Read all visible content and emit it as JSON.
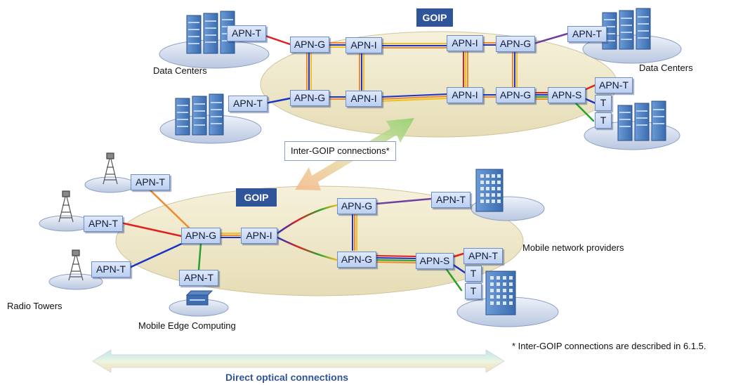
{
  "top_network": {
    "goip_label": "GOIP",
    "nodes": {
      "apn_t_dc_top_left": "APN-T",
      "apn_g_top_left": "APN-G",
      "apn_i_top_1": "APN-I",
      "apn_i_top_2": "APN-I",
      "apn_g_top_right": "APN-G",
      "apn_t_dc_top_right": "APN-T",
      "apn_t_dc_bottom_left": "APN-T",
      "apn_g_bottom_left": "APN-G",
      "apn_i_bottom_1": "APN-I",
      "apn_i_bottom_2": "APN-I",
      "apn_g_bottom_right": "APN-G",
      "apn_s": "APN-S",
      "apn_t_right": "APN-T",
      "t_1": "T",
      "t_2": "T"
    },
    "labels": {
      "data_centers_left": "Data Centers",
      "data_centers_right": "Data Centers"
    }
  },
  "inter_goip": {
    "label": "Inter-GOIP connections*"
  },
  "bottom_network": {
    "goip_label": "GOIP",
    "nodes": {
      "apn_t_tower_top": "APN-T",
      "apn_t_tower_mid": "APN-T",
      "apn_t_tower_bottom": "APN-T",
      "apn_g_left": "APN-G",
      "apn_i": "APN-I",
      "apn_g_top": "APN-G",
      "apn_g_bottom": "APN-G",
      "apn_t_mec": "APN-T",
      "apn_t_mobile": "APN-T",
      "apn_s": "APN-S",
      "apn_t_s": "APN-T",
      "t_1": "T",
      "t_2": "T"
    },
    "labels": {
      "radio_towers": "Radio Towers",
      "mobile_edge": "Mobile Edge Computing",
      "mobile_providers": "Mobile network providers"
    }
  },
  "footnote": "* Inter-GOIP connections are described in 6.1.5.",
  "optical_label": "Direct optical connections",
  "colors": {
    "ellipse_fill": "#efe8c8",
    "goip_badge": "#30549a",
    "server_blue": "#4a7fc0",
    "platform": "#d3ddee",
    "link_red": "#e02020",
    "link_blue": "#1a33c8",
    "link_orange": "#f08a30",
    "link_purple": "#7040a0",
    "link_green": "#2aa02a",
    "link_yellow": "#f0c020"
  }
}
